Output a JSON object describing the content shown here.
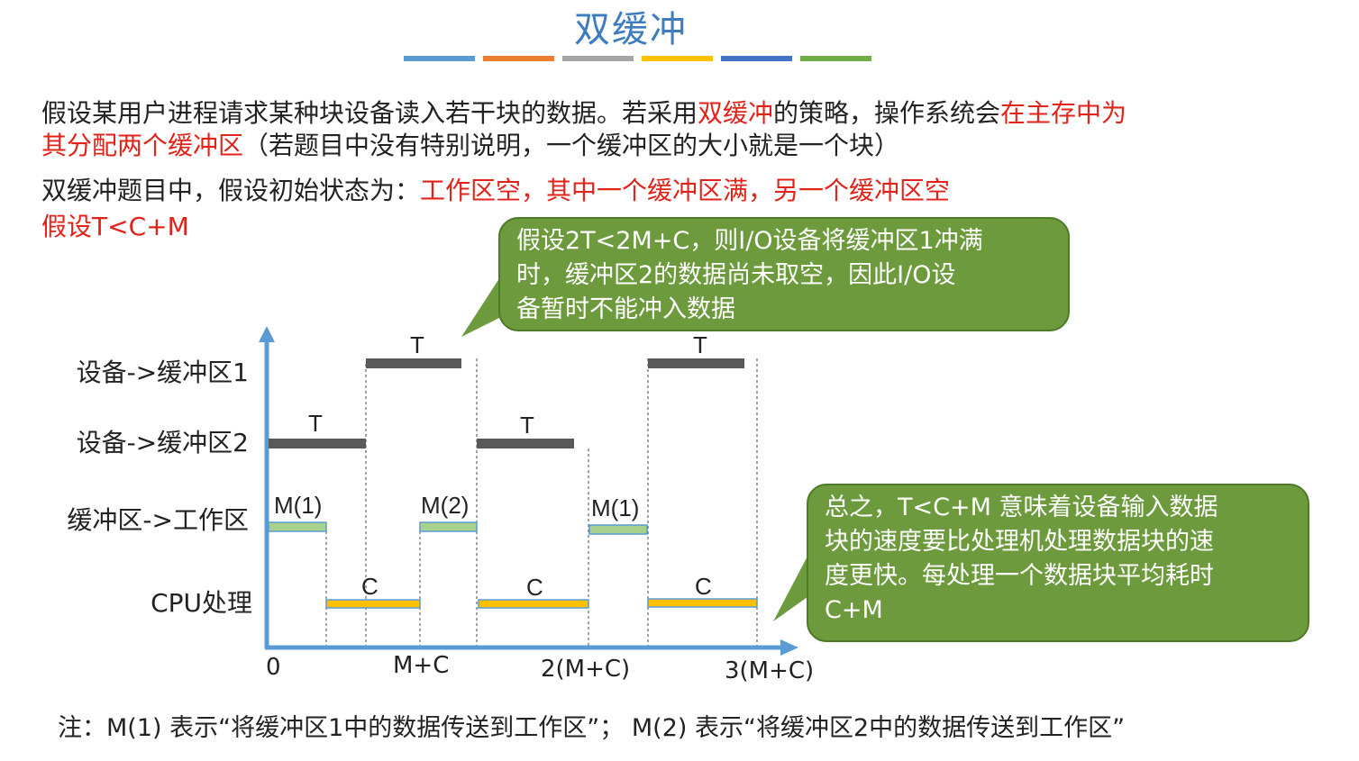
{
  "title": "双缓冲",
  "title_bar_colors": [
    "#5b9bd5",
    "#ed7d31",
    "#a5a5a5",
    "#ffc000",
    "#4472c4",
    "#70ad47"
  ],
  "colors": {
    "accent_red": "#e2231a",
    "title_blue": "#3c7cbf",
    "callout_green": "#6c9a3d",
    "bar_T": "#595959",
    "bar_M": "#a9d18e",
    "bar_C": "#ffc000",
    "axis": "#5b9bd5"
  },
  "paragraph1": {
    "part1": "假设某用户进程请求某种块设备读入若干块的数据。若采用",
    "part2_red": "双缓冲",
    "part3": "的策略，操作系统会",
    "part4_red": "在主存中为",
    "part5_red": "其分配两个缓冲区",
    "part6": "（若题目中没有特别说明，一个缓冲区的大小就是一个块）"
  },
  "paragraph2": {
    "part1": "双缓冲题目中，假设初始状态为：",
    "part2_red": "工作区空，其中一个缓冲区满，另一个缓冲区空"
  },
  "paragraph3_red": "假设T<C+M",
  "callout1": {
    "line1": "假设2T<2M+C，则I/O设备将缓冲区1冲满",
    "line2": "时，缓冲区2的数据尚未取空，因此I/O设",
    "line3": "备暂时不能冲入数据"
  },
  "callout2": {
    "line1": "总之，T<C+M 意味着设备输入数据",
    "line2": "块的速度要比处理机处理数据块的速",
    "line3": "度更快。每处理一个数据块平均耗时",
    "line4": "C+M"
  },
  "row_labels": {
    "row1": "设备->缓冲区1",
    "row2": "设备->缓冲区2",
    "row3": "缓冲区->工作区",
    "row4": "CPU处理"
  },
  "x_ticks": {
    "t0": "0",
    "t1": "M+C",
    "t2": "2(M+C)",
    "t3": "3(M+C)"
  },
  "bar_labels": {
    "T": "T",
    "M1": "M(1)",
    "M2": "M(2)",
    "C": "C"
  },
  "note": "注：M(1) 表示“将缓冲区1中的数据传送到工作区”； M(2) 表示“将缓冲区2中的数据传送到工作区”"
}
